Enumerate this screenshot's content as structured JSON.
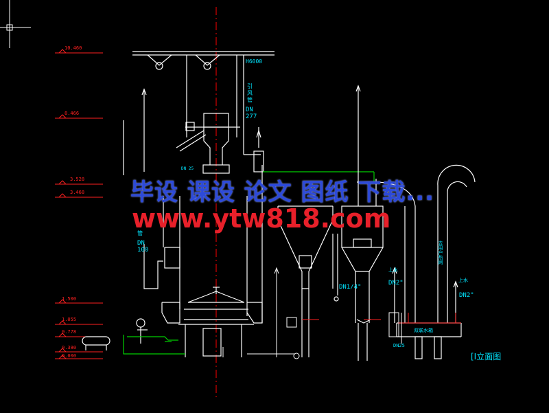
{
  "elevations": [
    "10.460",
    "8.466",
    "3.528",
    "3.468",
    "1.500",
    "1.055",
    "0.778",
    "0.380",
    "0.000"
  ],
  "labels": {
    "h6000": "H6000",
    "dn277_chars": [
      "引",
      "风",
      "管"
    ],
    "dn277_a": "DN",
    "dn277_b": "277",
    "dn100_chars": [
      "管"
    ],
    "dn100_a": "DN",
    "dn100_b": "100",
    "dn25_top": "DN 25",
    "dn1_4": "DN1/4\"",
    "dn2_left": "DN2\"",
    "dn2_right": "DN2\"",
    "dn25_bottom": "DN25",
    "water_tank": "双联水箱",
    "upper_label_1": "上水",
    "upper_label_2": "上水",
    "vertical_text_right": "去用户热网"
  },
  "title": "[I立面图",
  "watermark": {
    "line1": "毕设 课设 论文 图纸 下载...",
    "line2": "www.ytw818.com"
  },
  "colors": {
    "background": "#000000",
    "line": "#ffffff",
    "elevation": "#ff2020",
    "text": "#00e5ff",
    "pipe_green": "#00d000",
    "axis": "#ff0000"
  }
}
